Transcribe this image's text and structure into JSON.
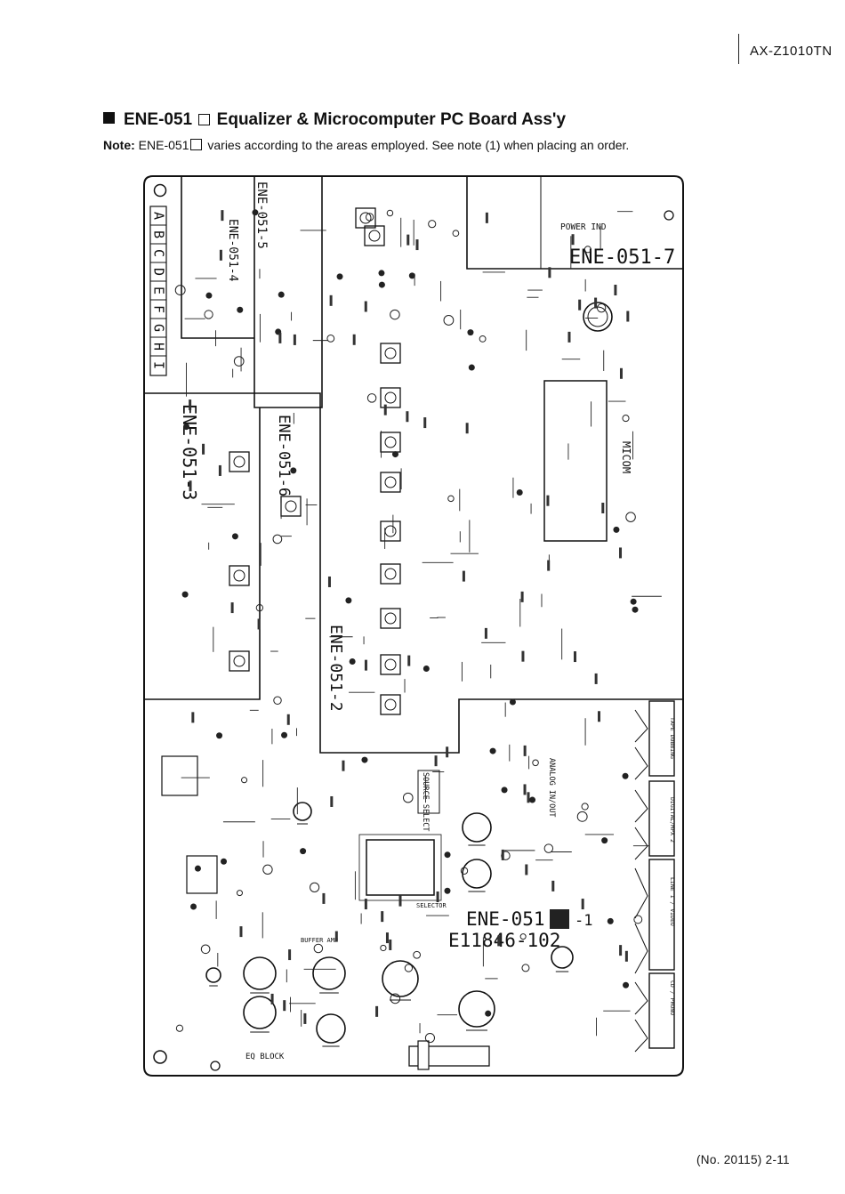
{
  "header": {
    "model": "AX-Z1010TN"
  },
  "section": {
    "title_before_box": "ENE-051",
    "title_after_box": "Equalizer & Microcomputer PC Board Ass'y"
  },
  "note": {
    "label": "Note:",
    "text_before_box": "ENE-051",
    "text_after_box": "varies according to the areas employed. See note (1) when placing an order."
  },
  "board": {
    "labels": {
      "ene_051_7": "ENE-051-7",
      "ene_051_5": "ENE-051-5",
      "ene_051_4": "ENE-051-4",
      "ene_051_3": "ENE-051-3",
      "ene_051_6": "ENE-051-6",
      "ene_051_2": "ENE-051-2",
      "ene_051_main": "ENE-051",
      "ene_051_suffix": "-1",
      "part_no": "E11846-102",
      "grid_letters": [
        "A",
        "B",
        "C",
        "D",
        "E",
        "F",
        "G",
        "H",
        "I"
      ],
      "power_ind": "POWER IND",
      "micom": "MICOM",
      "source_select": "SOURCE SELECT",
      "analog_inout": "ANALOG IN/OUT",
      "buffer_amp": "BUFFER AMP",
      "selector": "SELECTOR",
      "eq_block": "EQ BLOCK",
      "tape_dubbing": "TAPE DUBBING",
      "digital_mpx": "DIGITAL/MPX 2",
      "line_video": "LINE 1 / VIDEO",
      "phono": "CD / PHONO"
    }
  },
  "footer": {
    "page_ref": "(No. 20115)  2-11"
  }
}
